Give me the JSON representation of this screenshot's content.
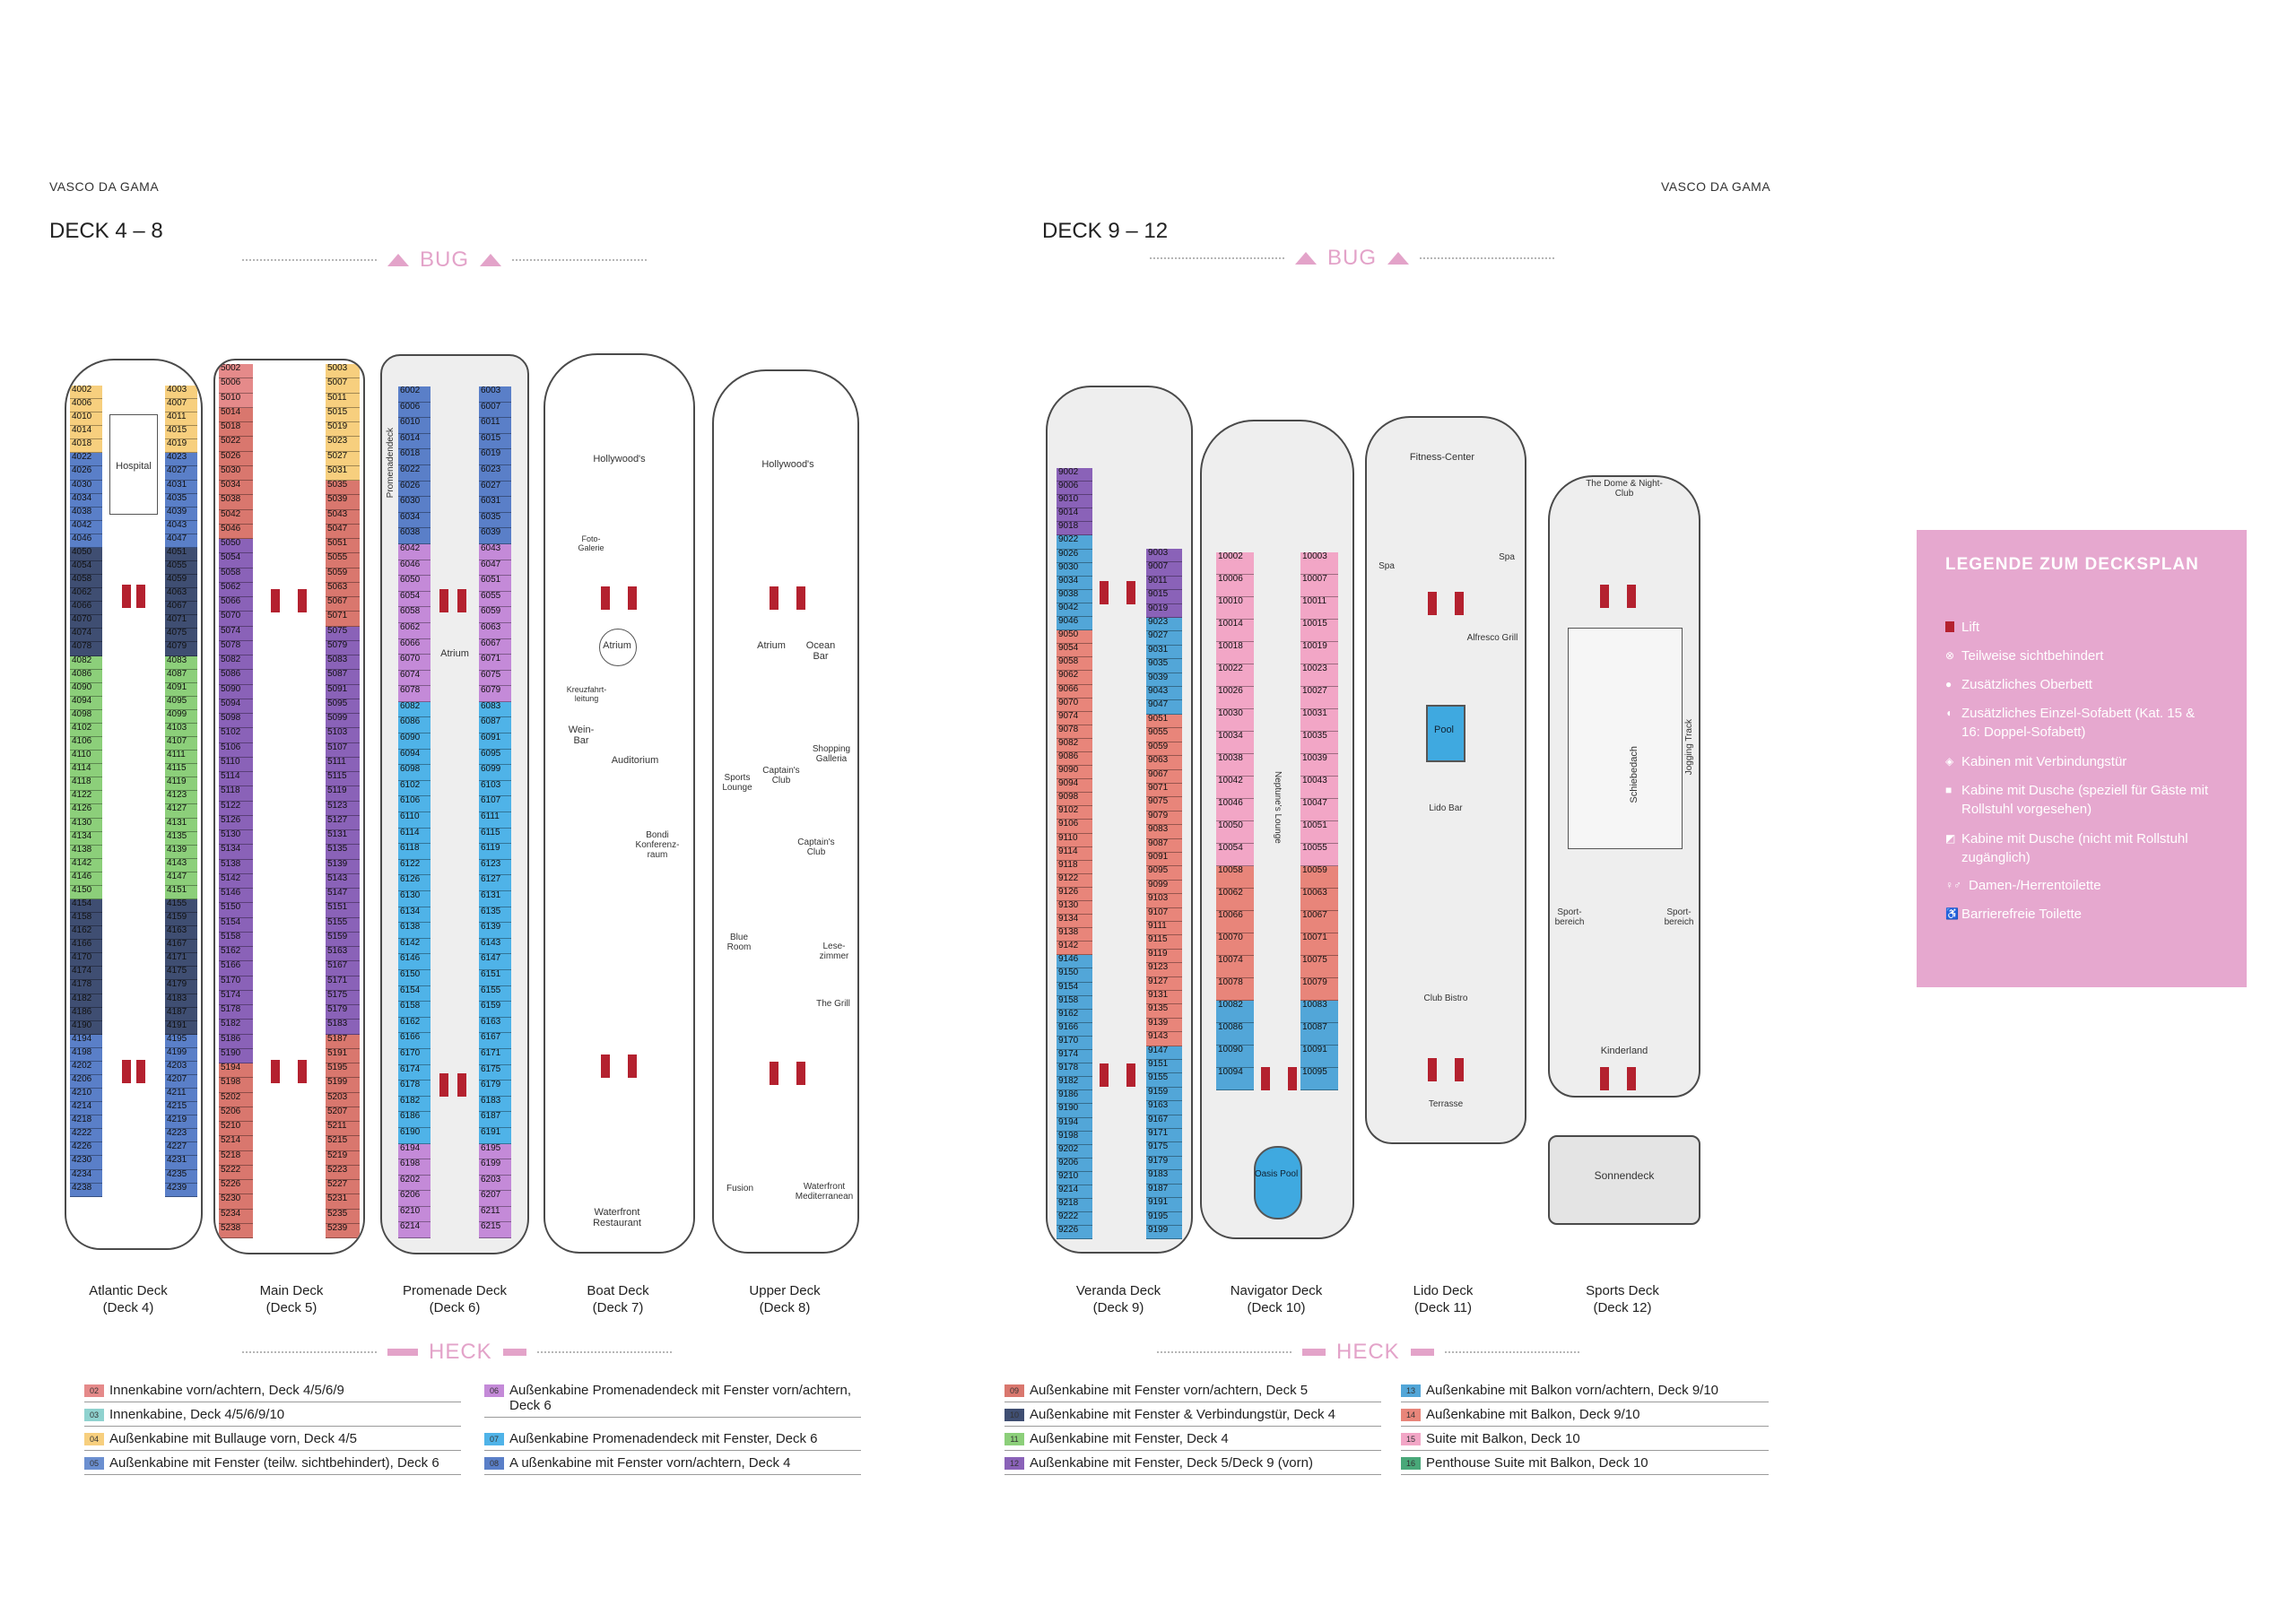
{
  "left_page": {
    "brand": "VASCO DA GAMA",
    "deck_range": "DECK 4 – 8",
    "bow_label": "BUG",
    "stern_label": "HECK",
    "decks": [
      {
        "name": "Atlantic Deck",
        "sub": "(Deck 4)"
      },
      {
        "name": "Main Deck",
        "sub": "(Deck 5)"
      },
      {
        "name": "Promenade Deck",
        "sub": "(Deck 6)"
      },
      {
        "name": "Boat Deck",
        "sub": "(Deck 7)"
      },
      {
        "name": "Upper Deck",
        "sub": "(Deck 8)"
      }
    ],
    "rooms": {
      "hospital": "Hospital",
      "hollywoods": "Hollywood's",
      "hollywoods2": "Hollywood's",
      "atrium5": "Atrium",
      "atrium7": "Atrium",
      "atrium8": "Atrium",
      "auditorium": "Auditorium",
      "waterfront_restaurant": "Waterfront Restaurant",
      "ocean_bar": "Ocean Bar",
      "sports_lounge": "Sports Lounge",
      "captains_club": "Captain's Club",
      "captains_club2": "Captain's Club",
      "shopping_galleria": "Shopping Galleria",
      "blue_room": "Blue Room",
      "lese_zimmer": "Lese-zimmer",
      "the_grill": "The Grill",
      "fusion": "Fusion",
      "waterfront_med": "Waterfront Mediterranean",
      "wein_bar": "Wein-Bar",
      "bondi": "Bondi Konferenz-raum",
      "kreuzfahrt": "Kreuzfahrt-leitung",
      "foto": "Foto-Galerie",
      "promenadendeck": "Promenadendeck"
    },
    "cabins_deck4": [
      "4002",
      "4006",
      "4010",
      "4014",
      "4018",
      "4022",
      "4026",
      "4030",
      "4034",
      "4038",
      "4042",
      "4046",
      "4050",
      "4054",
      "4058",
      "4062",
      "4066",
      "4070",
      "4074",
      "4078",
      "4082",
      "4086",
      "4090",
      "4094",
      "4098",
      "4102",
      "4106",
      "4110",
      "4114",
      "4118",
      "4122",
      "4126",
      "4130",
      "4134",
      "4138",
      "4142",
      "4146",
      "4150",
      "4154",
      "4158",
      "4162",
      "4166",
      "4170",
      "4174",
      "4178",
      "4182",
      "4186",
      "4190",
      "4194",
      "4198",
      "4202",
      "4206",
      "4210",
      "4214",
      "4218",
      "4222",
      "4226",
      "4230",
      "4234",
      "4238"
    ],
    "cabins_deck5": [
      "5002",
      "5006",
      "5010",
      "5014",
      "5018",
      "5022",
      "5026",
      "5030",
      "5034",
      "5038",
      "5042",
      "5046",
      "5050",
      "5054",
      "5058",
      "5062",
      "5066",
      "5070",
      "5074",
      "5078",
      "5082",
      "5086",
      "5090",
      "5094",
      "5098",
      "5102",
      "5106",
      "5110",
      "5114",
      "5118",
      "5122",
      "5126",
      "5130",
      "5134",
      "5138",
      "5142",
      "5146",
      "5150",
      "5154",
      "5158",
      "5162",
      "5166",
      "5170",
      "5174",
      "5178",
      "5182",
      "5186",
      "5190",
      "5194",
      "5198",
      "5202",
      "5206",
      "5210",
      "5214",
      "5218",
      "5222",
      "5226",
      "5230",
      "5234",
      "5238"
    ],
    "cabins_deck6": [
      "6002",
      "6006",
      "6010",
      "6014",
      "6018",
      "6022",
      "6026",
      "6030",
      "6034",
      "6038",
      "6042",
      "6046",
      "6050",
      "6054",
      "6058",
      "6062",
      "6066",
      "6070",
      "6074",
      "6078",
      "6082",
      "6086",
      "6090",
      "6094",
      "6098",
      "6102",
      "6106",
      "6110",
      "6114",
      "6118",
      "6122",
      "6126",
      "6130",
      "6134",
      "6138",
      "6142",
      "6146",
      "6150",
      "6154",
      "6158",
      "6162",
      "6166",
      "6170",
      "6174",
      "6178",
      "6182",
      "6186",
      "6190",
      "6194",
      "6198",
      "6202",
      "6206",
      "6210",
      "6214"
    ]
  },
  "right_page": {
    "brand": "VASCO DA GAMA",
    "deck_range": "DECK 9 – 12",
    "bow_label": "BUG",
    "stern_label": "HECK",
    "decks": [
      {
        "name": "Veranda Deck",
        "sub": "(Deck 9)"
      },
      {
        "name": "Navigator Deck",
        "sub": "(Deck 10)"
      },
      {
        "name": "Lido Deck",
        "sub": "(Deck 11)"
      },
      {
        "name": "Sports Deck",
        "sub": "(Deck 12)"
      }
    ],
    "rooms": {
      "fitness": "Fitness-Center",
      "spa1": "Spa",
      "spa2": "Spa",
      "alfresco": "Alfresco Grill",
      "pool": "Pool",
      "lido_bar": "Lido Bar",
      "club_bistro": "Club Bistro",
      "terrasse": "Terrasse",
      "oasis_pool": "Oasis Pool",
      "neptunes": "Neptune's Lounge",
      "dome": "The Dome & Night-Club",
      "schiebedach": "Schiebedach",
      "jogging": "Jogging Track",
      "sportbereich1": "Sport-bereich",
      "sportbereich2": "Sport-bereich",
      "kinderland": "Kinderland",
      "sonnendeck": "Sonnendeck"
    },
    "cabins_deck9": [
      "9002",
      "9006",
      "9010",
      "9014",
      "9018",
      "9022",
      "9026",
      "9030",
      "9034",
      "9038",
      "9042",
      "9046",
      "9050",
      "9054",
      "9058",
      "9062",
      "9066",
      "9070",
      "9074",
      "9078",
      "9082",
      "9086",
      "9090",
      "9094",
      "9098",
      "9102",
      "9106",
      "9110",
      "9114",
      "9118",
      "9122",
      "9126",
      "9130",
      "9134",
      "9138",
      "9142",
      "9146",
      "9150",
      "9154",
      "9158",
      "9162",
      "9166",
      "9170",
      "9174",
      "9178",
      "9182",
      "9186",
      "9190",
      "9194",
      "9198",
      "9202",
      "9206",
      "9210",
      "9214",
      "9218",
      "9222",
      "9226"
    ],
    "cabins_deck10": [
      "10002",
      "10006",
      "10010",
      "10014",
      "10018",
      "10022",
      "10026",
      "10030",
      "10034",
      "10038",
      "10042",
      "10046",
      "10050",
      "10054",
      "10058",
      "10062",
      "10066",
      "10070",
      "10074",
      "10078",
      "10082",
      "10086",
      "10090",
      "10094"
    ]
  },
  "legend": {
    "title": "LEGENDE ZUM DECKSPLAN",
    "items": [
      {
        "symbol": "■",
        "text": "Lift"
      },
      {
        "symbol": "⊗",
        "text": "Teilweise sichtbehindert"
      },
      {
        "symbol": "●",
        "text": "Zusätzliches Oberbett"
      },
      {
        "symbol": "◖",
        "text": "Zusätzliches Einzel-Sofabett (Kat. 15 & 16: Doppel-Sofabett)"
      },
      {
        "symbol": "◈",
        "text": "Kabinen mit Verbindungstür"
      },
      {
        "symbol": "■",
        "text": "Kabine mit Dusche (speziell für Gäste mit Rollstuhl vorgesehen)"
      },
      {
        "symbol": "◩",
        "text": "Kabine mit Dusche (nicht mit Rollstuhl zugänglich)"
      },
      {
        "symbol": "♀♂",
        "text": "Damen-/Herrentoilette"
      },
      {
        "symbol": "♿",
        "text": "Barrierefreie Toilette"
      }
    ]
  },
  "categories_left": [
    {
      "code": "02",
      "color": "#e58a8a",
      "text": "Innenkabine vorn/achtern, Deck 4/5/6/9"
    },
    {
      "code": "03",
      "color": "#8fd2cf",
      "text": "Innenkabine, Deck 4/5/6/9/10"
    },
    {
      "code": "04",
      "color": "#f7cf7e",
      "text": "Außenkabine mit Bullauge vorn, Deck 4/5"
    },
    {
      "code": "05",
      "color": "#6b8fd0",
      "text": "Außenkabine mit Fenster (teilw. sichtbehindert), Deck 6"
    },
    {
      "code": "06",
      "color": "#c48ad8",
      "text": "Außenkabine Promenadendeck mit Fenster vorn/achtern, Deck 6"
    },
    {
      "code": "07",
      "color": "#4fb3e8",
      "text": "Außenkabine Promenadendeck mit Fenster, Deck 6"
    },
    {
      "code": "08",
      "color": "#5a7fc8",
      "text": "A ußenkabine mit Fenster vorn/achtern, Deck 4"
    }
  ],
  "categories_right": [
    {
      "code": "09",
      "color": "#d9776e",
      "text": "Außenkabine mit Fenster vorn/achtern, Deck 5"
    },
    {
      "code": "10",
      "color": "#3f4e72",
      "text": "Außenkabine mit Fenster & Verbindungstür, Deck 4"
    },
    {
      "code": "11",
      "color": "#8ccf7a",
      "text": "Außenkabine mit Fenster, Deck 4"
    },
    {
      "code": "12",
      "color": "#8a62b8",
      "text": "Außenkabine mit Fenster, Deck 5/Deck 9 (vorn)"
    },
    {
      "code": "13",
      "color": "#52a6d8",
      "text": "Außenkabine mit Balkon vorn/achtern, Deck 9/10"
    },
    {
      "code": "14",
      "color": "#e8857a",
      "text": "Außenkabine mit Balkon, Deck 9/10"
    },
    {
      "code": "15",
      "color": "#f2a6c6",
      "text": "Suite mit Balkon, Deck 10"
    },
    {
      "code": "16",
      "color": "#49a879",
      "text": "Penthouse Suite mit Balkon, Deck 10"
    }
  ]
}
